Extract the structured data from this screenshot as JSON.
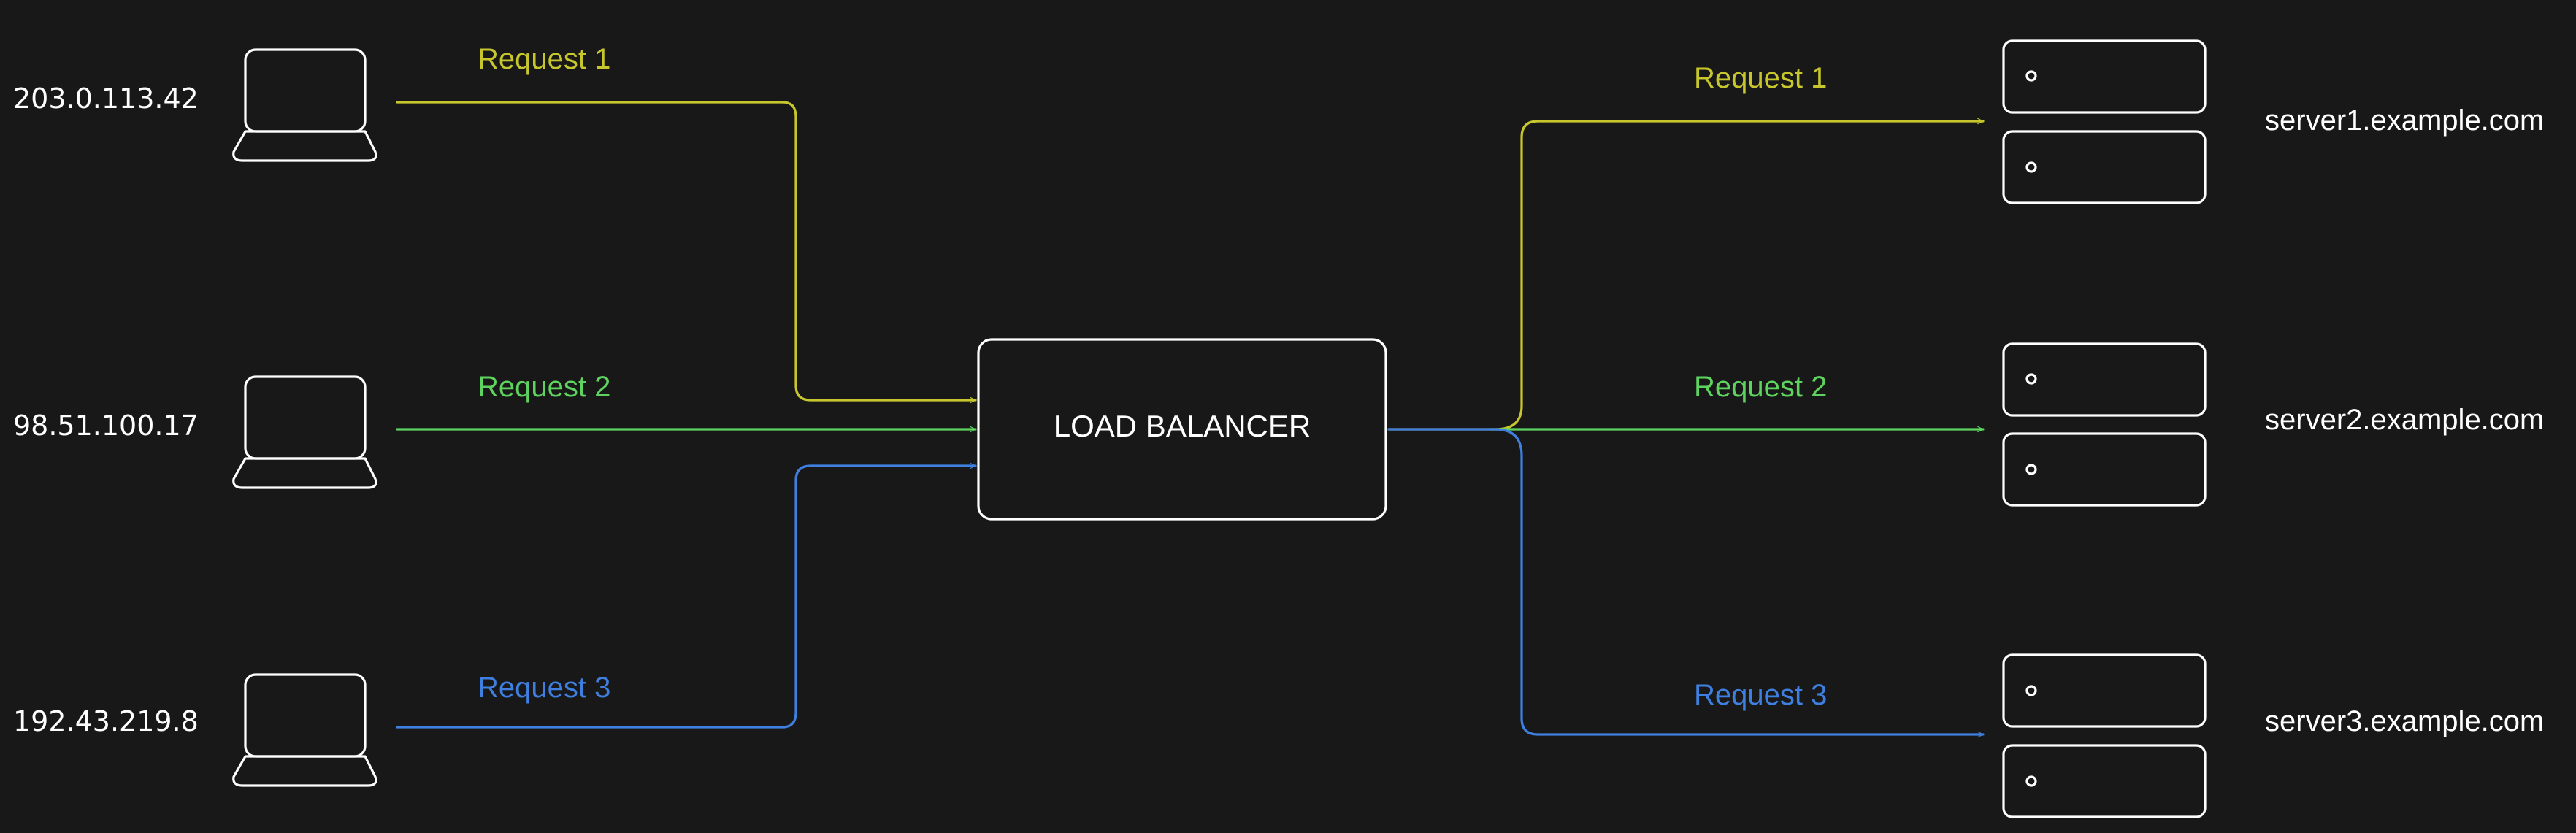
{
  "colors": {
    "background": "#181818",
    "outline": "#ffffff",
    "request_1": "#c7c72d",
    "request_2": "#5fd35f",
    "request_3": "#3f7fe0"
  },
  "clients": [
    {
      "ip": "203.0.113.42",
      "icon": "laptop-icon"
    },
    {
      "ip": "98.51.100.17",
      "icon": "laptop-icon"
    },
    {
      "ip": "192.43.219.8",
      "icon": "laptop-icon"
    }
  ],
  "load_balancer": {
    "label": "LOAD BALANCER"
  },
  "incoming_requests": [
    {
      "label": "Request 1",
      "color_key": "request_1"
    },
    {
      "label": "Request 2",
      "color_key": "request_2"
    },
    {
      "label": "Request 3",
      "color_key": "request_3"
    }
  ],
  "outgoing_requests": [
    {
      "label": "Request 1",
      "color_key": "request_1"
    },
    {
      "label": "Request 2",
      "color_key": "request_2"
    },
    {
      "label": "Request 3",
      "color_key": "request_3"
    }
  ],
  "servers": [
    {
      "hostname": "server1.example.com",
      "icon": "server-rack-icon"
    },
    {
      "hostname": "server2.example.com",
      "icon": "server-rack-icon"
    },
    {
      "hostname": "server3.example.com",
      "icon": "server-rack-icon"
    }
  ]
}
